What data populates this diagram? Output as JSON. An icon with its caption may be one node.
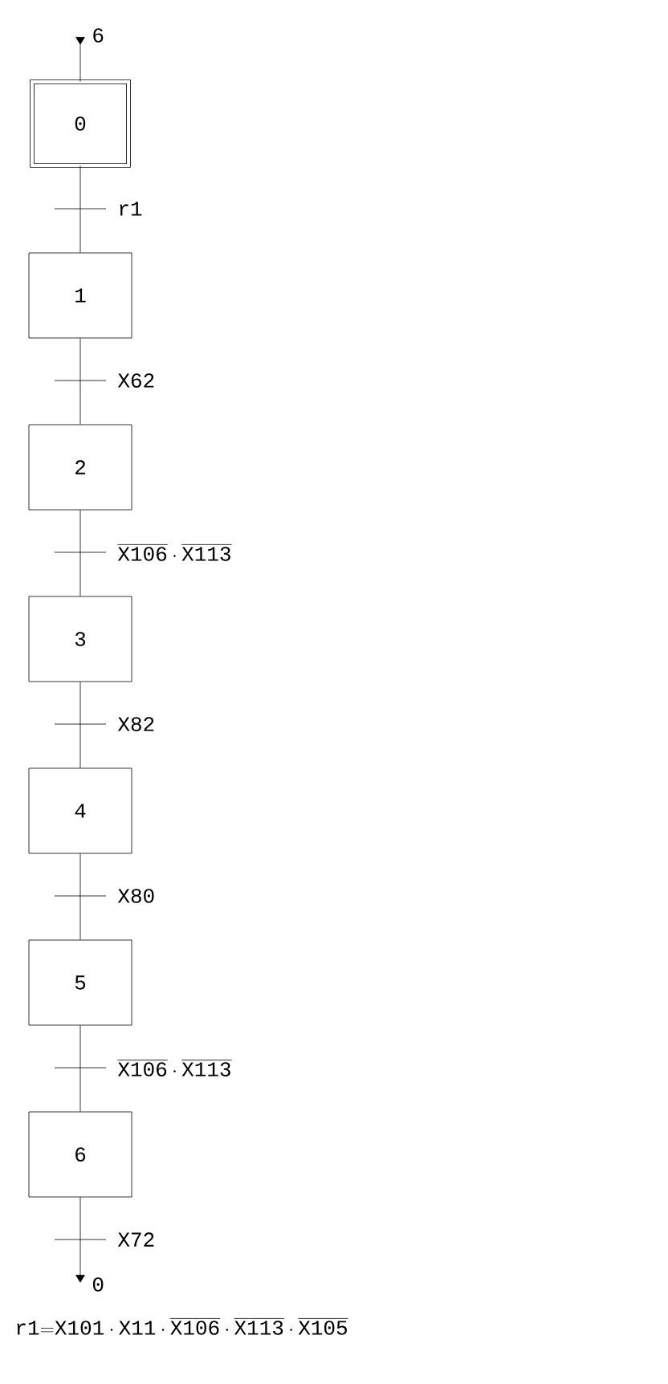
{
  "diagram": {
    "nodes": [
      {
        "text": [
          "6"
        ]
      },
      {
        "text": [
          "0"
        ]
      },
      {
        "text": [
          "1"
        ]
      },
      {
        "text": [
          "2"
        ]
      },
      {
        "text": [
          "3"
        ]
      },
      {
        "text": [
          "4"
        ]
      },
      {
        "text": [
          "5"
        ]
      },
      {
        "text": [
          "6"
        ]
      },
      {
        "text": [
          "0"
        ]
      }
    ],
    "edges": [
      {
        "from": 0,
        "to": 1,
        "arrow": "to"
      },
      {
        "from": 1,
        "to": 2,
        "arrow": "none",
        "label": "r1"
      },
      {
        "from": 2,
        "to": 3,
        "arrow": "none",
        "label": "X62"
      },
      {
        "from": 3,
        "to": 4,
        "arrow": "none",
        "label": "\\overline{\\mathtt{X106}}\\cdot\\overline{\\mathtt{X113}}"
      },
      {
        "from": 4,
        "to": 5,
        "arrow": "none",
        "label": "X82"
      },
      {
        "from": 5,
        "to": 6,
        "arrow": "none",
        "label": "X80"
      },
      {
        "from": 6,
        "to": 7,
        "arrow": "none",
        "label": "\\overline{\\mathtt{X106}}\\cdot\\overline{\\mathtt{X113}}"
      },
      {
        "from": 7,
        "to": 8,
        "arrow": "to",
        "label": "X72"
      }
    ],
    "labels": [
      "\\mathtt{r1{=}X101}\\cdot\\mathtt{X11}\\cdot\\overline{\\mathtt{X106}}\\cdot\\overline{\\mathtt{X113}}\\cdot\\overline{\\mathtt{X105}}"
    ]
  }
}
